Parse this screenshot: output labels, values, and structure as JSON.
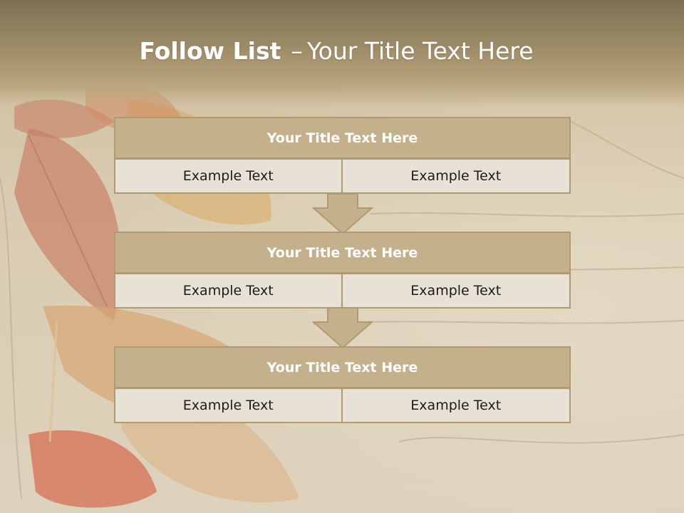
{
  "slide": {
    "title_bold": "Follow List",
    "title_separator": "–",
    "title_rest": "Your Title Text Here"
  },
  "blocks": [
    {
      "title": "Your Title Text Here",
      "left": "Example Text",
      "right": "Example Text"
    },
    {
      "title": "Your Title Text Here",
      "left": "Example Text",
      "right": "Example Text"
    },
    {
      "title": "Your Title Text Here",
      "left": "Example Text",
      "right": "Example Text"
    }
  ],
  "colors": {
    "header_band": "#7d6f53",
    "title_bar": "#c4b18c",
    "border": "#b09b70",
    "cell": "#e8e2d6",
    "arrow": "#c4b18c"
  }
}
